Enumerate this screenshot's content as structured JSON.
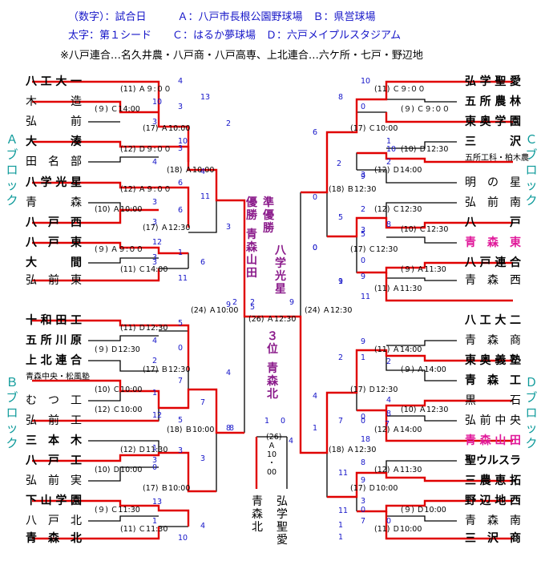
{
  "header": {
    "line1": "（数字）：試合日　　　Ａ：八戸市長根公園野球場　Ｂ：県営球場",
    "line2": "太字：第１シード　　Ｃ：はるか夢球場　Ｄ：六戸メイプルスタジアム",
    "note": "※八戸連合…名久井農・八戸商・八戸高専、上北連合…六ケ所・七戸・野辺地"
  },
  "blocks": {
    "A": "Ａブロック",
    "B": "Ｂブロック",
    "C": "Ｃブロック",
    "D": "Ｄブロック"
  },
  "teams_left": [
    "八工大一",
    "木　　造",
    "弘　　前",
    "大　　湊",
    "田名部",
    "八学光星",
    "青　　森",
    "八戸西",
    "八戸東",
    "大　　間",
    "弘前東",
    "十和田工",
    "五所川原",
    "上北連合",
    "青森中央・松風塾",
    "むつ工",
    "弘前工",
    "三本木",
    "八戸工",
    "弘前実",
    "下山学園",
    "八戸北",
    "青森北"
  ],
  "teams_right": [
    "弘学聖愛",
    "五所農林",
    "東奥学園",
    "三　　沢",
    "五所工科・柏木農",
    "明の星",
    "弘前南",
    "八　　戸",
    "青森東",
    "八戸連合",
    "青森西",
    "八工大二",
    "青森商",
    "東奥義塾",
    "青森工",
    "黒　　石",
    "弘前中央",
    "青森山田",
    "聖ウルスラ",
    "三農恵拓",
    "野辺地西",
    "青森南",
    "三沢商"
  ],
  "matches": {
    "l": [
      "(11) Ａ９:００",
      "(９) Ｃ14:00",
      "(17) Ａ10:00",
      "(12) Ｄ９:００",
      "(18) Ａ10:00",
      "(12) Ａ９:００",
      "(10) Ａ10:00",
      "(17) Ａ12:30",
      "(９) Ａ９:００",
      "(11) Ｃ14:00",
      "(11) Ｄ12:30",
      "(９) Ｄ12:30",
      "(17) Ｂ12:30",
      "(10) Ｃ10:00",
      "(12) Ｃ10:00",
      "(18) Ｂ10:00",
      "(12) Ｄ11:30",
      "(10) Ｄ10:00",
      "(17) Ｂ10:00",
      "(９) Ｃ11:30",
      "(11) Ｃ11:30"
    ],
    "r": [
      "(11) Ｃ９:００",
      "(９) Ｃ９:００",
      "(17) Ｃ10:00",
      "(10) Ｄ12:30",
      "(12) Ｄ14:00",
      "(18) Ｂ12:30",
      "(12) Ｃ12:30",
      "(10) Ｃ12:30",
      "(17) Ｃ12:30",
      "(９) Ａ11:30",
      "(11) Ａ11:30",
      "(11) Ａ14:00",
      "(９) Ａ14:00",
      "(17) Ｄ12:30",
      "(10) Ａ12:30",
      "(12) Ａ14:00",
      "(18) Ａ12:30",
      "(12) Ａ11:30",
      "(17) Ｄ10:00",
      "(９) Ｄ10:00",
      "(11) Ｄ10:00"
    ],
    "semi_l": "(24) Ａ10:00",
    "semi_r": "(24) Ａ12:30",
    "final": "(26) Ａ12:30",
    "third": "(26)\nＡ\n10\n・\n00"
  },
  "scores": {
    "l": [
      "4",
      "10",
      "3",
      "13",
      "3",
      "10",
      "4",
      "2",
      "3",
      "4",
      "6",
      "3",
      "11",
      "3",
      "6",
      "3",
      "12",
      "3",
      "1",
      "3",
      "6",
      "11",
      "5",
      "4",
      "0",
      "2",
      "4",
      "7",
      "1",
      "12",
      "7",
      "8",
      "5",
      "1",
      "3",
      "3",
      "0",
      "3",
      "13",
      "1",
      "4",
      "10",
      "8",
      "2",
      "9",
      "2",
      "5",
      "9"
    ],
    "r": [
      "10",
      "0",
      "8",
      "6",
      "0",
      "1",
      "10",
      "2",
      "2",
      "3",
      "9",
      "0",
      "2",
      "5",
      "8",
      "3",
      "0",
      "5",
      "9",
      "0",
      "9",
      "1",
      "11",
      "9",
      "1",
      "2",
      "2",
      "7",
      "4",
      "0",
      "8",
      "0",
      "7",
      "1",
      "18",
      "4",
      "8",
      "11",
      "9",
      "3",
      "0",
      "0",
      "11",
      "1",
      "7",
      "1",
      "4"
    ]
  },
  "results": {
    "champion_label": "優勝",
    "champion": "青森山田",
    "runnerup_label": "準優勝",
    "runnerup": "八学光星",
    "third_label": "３位",
    "third_team": "青森北",
    "third_left": "青森北",
    "third_right": "弘学聖愛",
    "third_score_left": "1",
    "third_score_right": "0"
  },
  "colors": {
    "win": "#e00000",
    "line": "#000000",
    "score": "#1515c8",
    "block": "#0d9a9a",
    "purple": "#8a1a8a",
    "pink": "#e0189a"
  }
}
